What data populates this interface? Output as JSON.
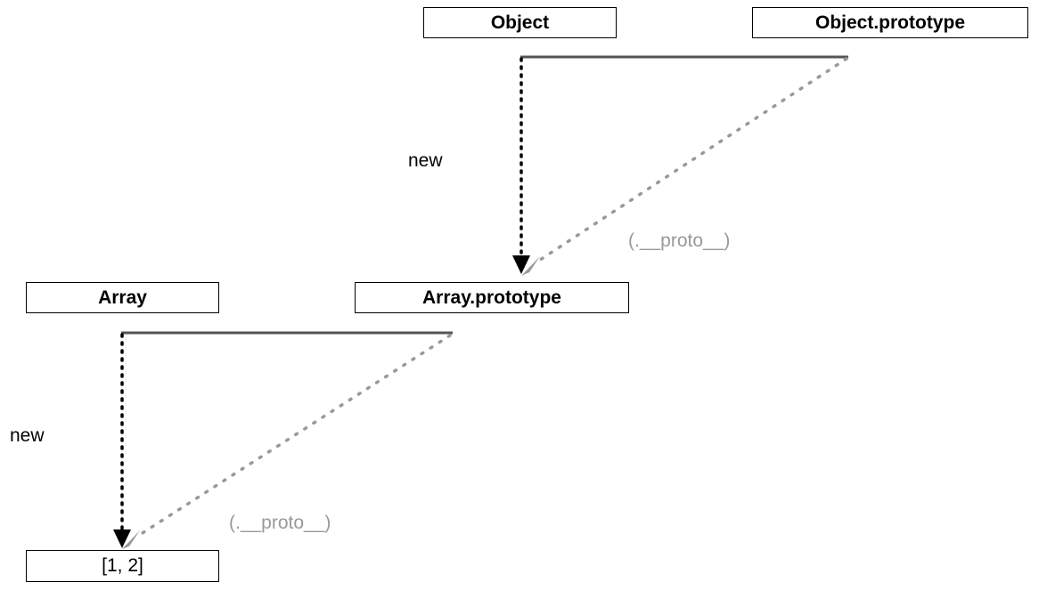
{
  "nodes": {
    "object": "Object",
    "object_prototype": "Object.prototype",
    "array": "Array",
    "array_prototype": "Array.prototype",
    "array_instance": "[1, 2]"
  },
  "edges": {
    "object_new_label": "new",
    "object_proto_label": "(.__proto__)",
    "array_new_label": "new",
    "array_proto_label": "(.__proto__)"
  },
  "colors": {
    "box_border": "#000000",
    "connector_line": "#555555",
    "new_arrow": "#000000",
    "proto_arrow": "#999999",
    "proto_label": "#999999"
  }
}
